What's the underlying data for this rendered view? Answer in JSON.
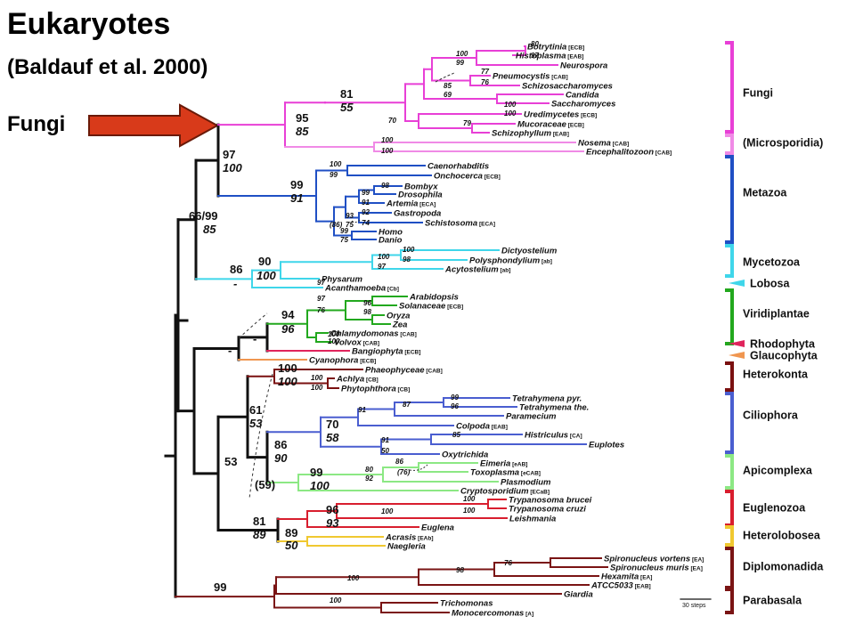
{
  "title": "Eukaryotes",
  "subtitle": "(Baldauf et al. 2000)",
  "highlight_label": "Fungi",
  "colors": {
    "fungi": "#e83fd6",
    "microsporidia": "#f08ae6",
    "metazoa": "#1f4fc4",
    "mycetozoa": "#3fd6ea",
    "viridiplantae": "#22a81e",
    "rhodophyta": "#e0245c",
    "glaucophyta": "#f09650",
    "heterokonta": "#7a1010",
    "ciliophora": "#4a5ed0",
    "apicomplexa": "#8ce884",
    "euglenozoa": "#d81e2e",
    "heterolobosea": "#f0c830",
    "diplomonadida": "#7a1414",
    "backbone": "#111111",
    "arrow": "#d83a1a"
  },
  "taxa": [
    {
      "name": "Botrytinia",
      "tag": "[ECB]"
    },
    {
      "name": "Histoplasma",
      "tag": "[EAB]"
    },
    {
      "name": "Neurospora",
      "tag": ""
    },
    {
      "name": "Pneumocystis",
      "tag": "[CAB]"
    },
    {
      "name": "Schizosaccharomyces",
      "tag": ""
    },
    {
      "name": "Candida",
      "tag": ""
    },
    {
      "name": "Saccharomyces",
      "tag": ""
    },
    {
      "name": "Uredimycetes",
      "tag": "[ECB]"
    },
    {
      "name": "Mucoraceae",
      "tag": "[ECB]"
    },
    {
      "name": "Schizophyllum",
      "tag": "[EAB]"
    },
    {
      "name": "Nosema",
      "tag": "[CAB]"
    },
    {
      "name": "Encephalitozoon",
      "tag": "[CAB]"
    },
    {
      "name": "Caenorhabditis",
      "tag": ""
    },
    {
      "name": "Onchocerca",
      "tag": "[ECB]"
    },
    {
      "name": "Bombyx",
      "tag": ""
    },
    {
      "name": "Drosophila",
      "tag": ""
    },
    {
      "name": "Artemia",
      "tag": "[ECA]"
    },
    {
      "name": "Gastropoda",
      "tag": ""
    },
    {
      "name": "Schistosoma",
      "tag": "[ECA]"
    },
    {
      "name": "Homo",
      "tag": ""
    },
    {
      "name": "Danio",
      "tag": ""
    },
    {
      "name": "Dictyostelium",
      "tag": ""
    },
    {
      "name": "Polysphondylium",
      "tag": "[ab]"
    },
    {
      "name": "Acytostelium",
      "tag": "[ab]"
    },
    {
      "name": "Physarum",
      "tag": ""
    },
    {
      "name": "Acanthamoeba",
      "tag": "[Cb]"
    },
    {
      "name": "Arabidopsis",
      "tag": ""
    },
    {
      "name": "Solanaceae",
      "tag": "[ECB]"
    },
    {
      "name": "Oryza",
      "tag": ""
    },
    {
      "name": "Zea",
      "tag": ""
    },
    {
      "name": "Chlamydomonas",
      "tag": "[CAB]"
    },
    {
      "name": "Volvox",
      "tag": "[CAB]"
    },
    {
      "name": "Bangiophyta",
      "tag": "[ECB]"
    },
    {
      "name": "Cyanophora",
      "tag": "[ECB]"
    },
    {
      "name": "Phaeophyceae",
      "tag": "[CAB]"
    },
    {
      "name": "Achlya",
      "tag": "[CB]"
    },
    {
      "name": "Phytophthora",
      "tag": "[CB]"
    },
    {
      "name": "Tetrahymena pyr.",
      "tag": ""
    },
    {
      "name": "Tetrahymena the.",
      "tag": ""
    },
    {
      "name": "Paramecium",
      "tag": ""
    },
    {
      "name": "Colpoda",
      "tag": "[EAB]"
    },
    {
      "name": "Histriculus",
      "tag": "[CA]"
    },
    {
      "name": "Euplotes",
      "tag": ""
    },
    {
      "name": "Oxytrichida",
      "tag": ""
    },
    {
      "name": "Eimeria",
      "tag": "[eAB]"
    },
    {
      "name": "Toxoplasma",
      "tag": "[eCAB]"
    },
    {
      "name": "Plasmodium",
      "tag": ""
    },
    {
      "name": "Cryptosporidium",
      "tag": "[ECaB]"
    },
    {
      "name": "Trypanosoma brucei",
      "tag": ""
    },
    {
      "name": "Trypanosoma cruzi",
      "tag": ""
    },
    {
      "name": "Leishmania",
      "tag": ""
    },
    {
      "name": "Euglena",
      "tag": ""
    },
    {
      "name": "Acrasis",
      "tag": "[EAb]"
    },
    {
      "name": "Naegleria",
      "tag": ""
    },
    {
      "name": "Spironucleus vortens",
      "tag": "[EA]"
    },
    {
      "name": "Spironucleus muris",
      "tag": "[EA]"
    },
    {
      "name": "Hexamita",
      "tag": "[EA]"
    },
    {
      "name": "ATCC5033",
      "tag": "[EAB]"
    },
    {
      "name": "Giardia",
      "tag": ""
    },
    {
      "name": "Trichomonas",
      "tag": ""
    },
    {
      "name": "Monocercomonas",
      "tag": "[A]"
    }
  ],
  "groups": [
    {
      "name": "Fungi",
      "color": "#e83fd6"
    },
    {
      "name": "(Microsporidia)",
      "color": "#f08ae6"
    },
    {
      "name": "Metazoa",
      "color": "#1f4fc4"
    },
    {
      "name": "Mycetozoa",
      "color": "#3fd6ea"
    },
    {
      "name": "Lobosa",
      "color": "#3fd6ea"
    },
    {
      "name": "Viridiplantae",
      "color": "#22a81e"
    },
    {
      "name": "Rhodophyta",
      "color": "#e0245c"
    },
    {
      "name": "Glaucophyta",
      "color": "#f09650"
    },
    {
      "name": "Heterokonta",
      "color": "#7a1010"
    },
    {
      "name": "Ciliophora",
      "color": "#4a5ed0"
    },
    {
      "name": "Apicomplexa",
      "color": "#8ce884"
    },
    {
      "name": "Euglenozoa",
      "color": "#d81e2e"
    },
    {
      "name": "Heterolobosea",
      "color": "#f0c830"
    },
    {
      "name": "Diplomonadida",
      "color": "#7a1414"
    },
    {
      "name": "Parabasala",
      "color": "#7a1414"
    }
  ],
  "major_support": [
    {
      "top": "95",
      "bottom": "85"
    },
    {
      "top": "81",
      "bottom": "55"
    },
    {
      "top": "97",
      "bottom": "100"
    },
    {
      "top": "99",
      "bottom": "91"
    },
    {
      "top": "66/99",
      "bottom": "85"
    },
    {
      "top": "86",
      "bottom": "-"
    },
    {
      "top": "90",
      "bottom": "100"
    },
    {
      "top": "94",
      "bottom": "96"
    },
    {
      "top": "100",
      "bottom": "100"
    },
    {
      "top": "61",
      "bottom": "53"
    },
    {
      "top": "70",
      "bottom": "58"
    },
    {
      "top": "86",
      "bottom": "90"
    },
    {
      "top": "53",
      "bottom": ""
    },
    {
      "top": "99",
      "bottom": "100"
    },
    {
      "top": "(59)",
      "bottom": ""
    },
    {
      "top": "96",
      "bottom": "93"
    },
    {
      "top": "81",
      "bottom": "89"
    },
    {
      "top": "89",
      "bottom": "50"
    },
    {
      "top": "99",
      "bottom": ""
    },
    {
      "top": "-",
      "bottom": ""
    },
    {
      "top": "-",
      "bottom": ""
    }
  ],
  "minor_support": [
    "100",
    "99",
    "80",
    "97",
    "77",
    "76",
    "85",
    "69",
    "100",
    "100",
    "70",
    "79",
    "100",
    "100",
    "100",
    "99",
    "99",
    "98",
    "91",
    "93",
    "75",
    "(86)",
    "74",
    "92",
    "99",
    "75",
    "100",
    "97",
    "100",
    "98",
    "97",
    "97",
    "76",
    "96",
    "98",
    "100",
    "100",
    "100",
    "100",
    "99",
    "96",
    "87",
    "91",
    "85",
    "91",
    "50",
    "80",
    "92",
    "86",
    "(76)",
    "100",
    "100",
    "100",
    "76",
    "98",
    "100",
    "100"
  ],
  "scale_label": "30 steps"
}
